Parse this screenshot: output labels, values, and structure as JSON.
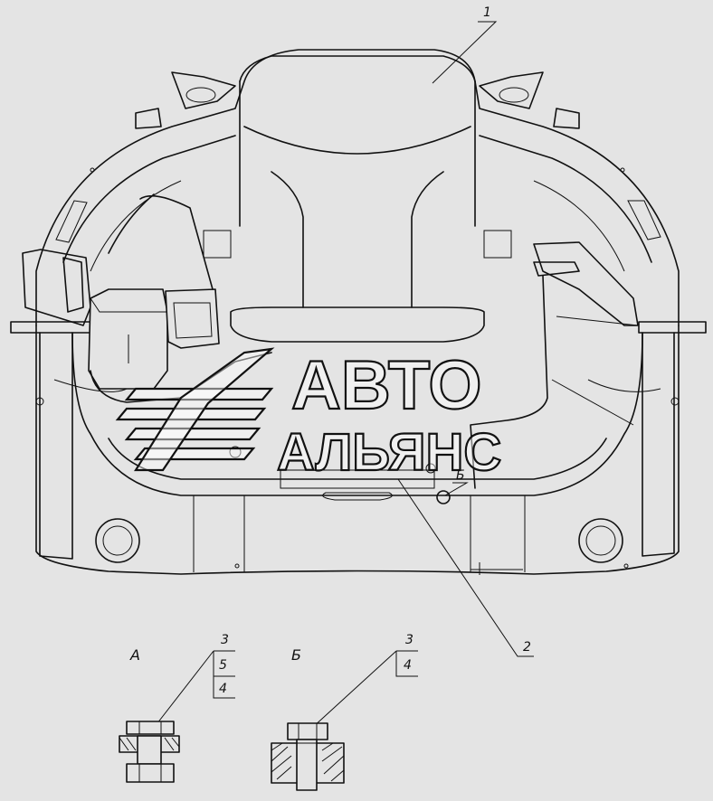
{
  "callouts": {
    "p1": "1",
    "p2": "2",
    "view_b_small": "Б"
  },
  "views": {
    "a": {
      "label": "А",
      "stack": [
        "3",
        "5",
        "4"
      ]
    },
    "b": {
      "label": "Б",
      "stack": [
        "3",
        "4"
      ]
    }
  },
  "watermark": {
    "line1": "АВТО",
    "line2": "АЛЬЯНС"
  }
}
